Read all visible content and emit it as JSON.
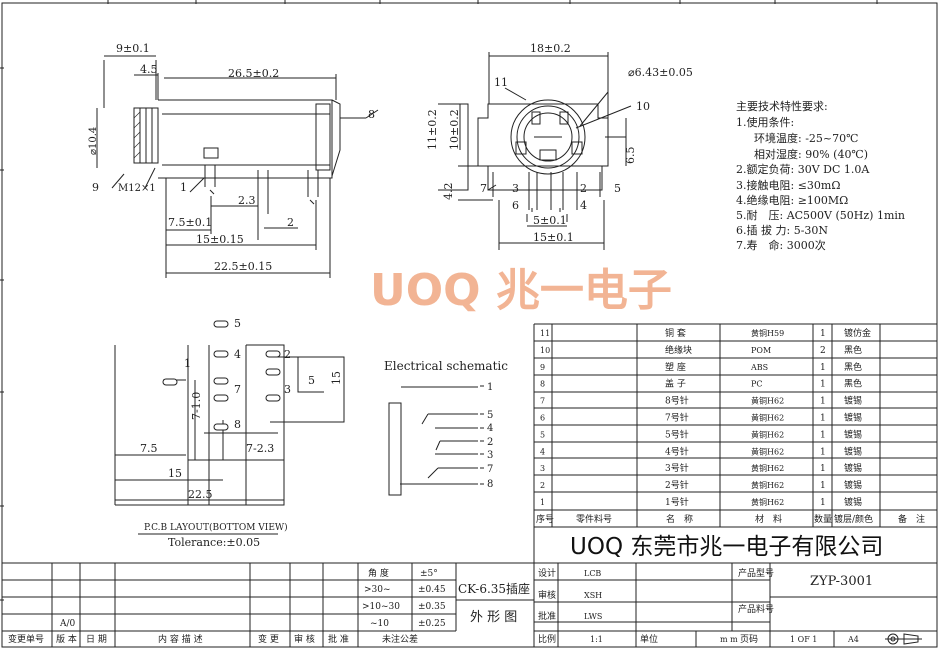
{
  "front_view": {
    "dim_top": "9±0.1",
    "dim_a": "4.5",
    "dim_b": "26.5±0.2",
    "dim_dia": "⌀10.4",
    "dim_c": "7.5±0.1",
    "dim_d": "2.3",
    "dim_e": "2",
    "dim_f": "15±0.15",
    "dim_g": "22.5±0.15",
    "callout_8": "8",
    "callout_9": "9",
    "callout_1": "1",
    "thread": "M12×1"
  },
  "side_view": {
    "dim_w": "18±0.2",
    "dim_dia": "⌀6.43±0.05",
    "dim_h1": "11±0.2",
    "dim_h2": "10±0.2",
    "dim_65": "6.5",
    "dim_42": "4.2",
    "dim_5": "5±0.1",
    "dim_15": "15±0.1",
    "pins": [
      "11",
      "10",
      "7",
      "3",
      "6",
      "2",
      "4",
      "5"
    ]
  },
  "spec": {
    "title": "主要技术特性要求:",
    "lines": [
      "1.使用条件:",
      "环境温度: -25~70℃",
      "相对湿度: 90% (40℃)",
      "2.额定负荷: 30V DC 1.0A",
      "3.接触电阻: ≤30mΩ",
      "4.绝缘电阻: ≥100MΩ",
      "5.耐　压: AC500V (50Hz) 1min",
      "6.插 拔 力: 5-30N",
      "7.寿　命: 3000次"
    ]
  },
  "watermark": "UOQ 兆一电子",
  "pcb": {
    "pins": [
      "5",
      "4",
      "2",
      "1",
      "7",
      "3",
      "8"
    ],
    "dim_5": "5",
    "dim_15": "15",
    "dim_710": "7-1.0",
    "dim_75": "7.5",
    "dim_723": "7-2.3",
    "dim_15b": "15",
    "dim_225": "22.5",
    "caption": "P.C.B LAYOUT(BOTTOM VIEW)",
    "tolerance": "Tolerance:±0.05"
  },
  "schematic": {
    "title": "Electrical schematic",
    "pins": [
      "1",
      "5",
      "4",
      "2",
      "3",
      "7",
      "8"
    ]
  },
  "bom": {
    "headers": [
      "序号",
      "零件料号",
      "名　称",
      "材　料",
      "数量",
      "镀层/颜色",
      "备　注"
    ],
    "rows": [
      [
        "11",
        "铜 套",
        "黄铜H59",
        "1",
        "镀仿金"
      ],
      [
        "10",
        "绝缘块",
        "POM",
        "2",
        "黑色"
      ],
      [
        "9",
        "塑 座",
        "ABS",
        "1",
        "黑色"
      ],
      [
        "8",
        "盖 子",
        "PC",
        "1",
        "黑色"
      ],
      [
        "7",
        "8号针",
        "黄铜H62",
        "1",
        "镀锡"
      ],
      [
        "6",
        "7号针",
        "黄铜H62",
        "1",
        "镀锡"
      ],
      [
        "5",
        "5号针",
        "黄铜H62",
        "1",
        "镀锡"
      ],
      [
        "4",
        "4号针",
        "黄铜H62",
        "1",
        "镀锡"
      ],
      [
        "3",
        "3号针",
        "黄铜H62",
        "1",
        "镀锡"
      ],
      [
        "2",
        "2号针",
        "黄铜H62",
        "1",
        "镀锡"
      ],
      [
        "1",
        "1号针",
        "黄铜H62",
        "1",
        "镀锡"
      ]
    ]
  },
  "title_block": {
    "company": "UOQ 东莞市兆一电子有限公司",
    "product_name": "CK-6.35插座",
    "drawing_kind": "外 形 图",
    "design_label": "设计",
    "design": "LCB",
    "review_label": "审核",
    "review": "XSH",
    "approve_label": "批准",
    "approve": "LWS",
    "scale_label": "比例",
    "scale": "1:1",
    "unit_label": "单位",
    "unit": "m m",
    "page_label": "页码",
    "page": "1 OF 1",
    "size": "A4",
    "model_label": "产品型号",
    "model": "ZYP-3001",
    "part_label": "产品料号"
  },
  "tolerance_table": {
    "angle_label": "角 度",
    "angle_value": "±5°",
    "rows": [
      [
        ">30~",
        "±0.45"
      ],
      [
        ">10~30",
        "±0.35"
      ],
      [
        "~10",
        "±0.25"
      ]
    ],
    "unmarked": "未注公差"
  },
  "revision": {
    "version": "A/0",
    "headers": [
      "变更单号",
      "版 本",
      "日 期",
      "内 容 描 述",
      "变 更",
      "审 核",
      "批 准"
    ]
  }
}
